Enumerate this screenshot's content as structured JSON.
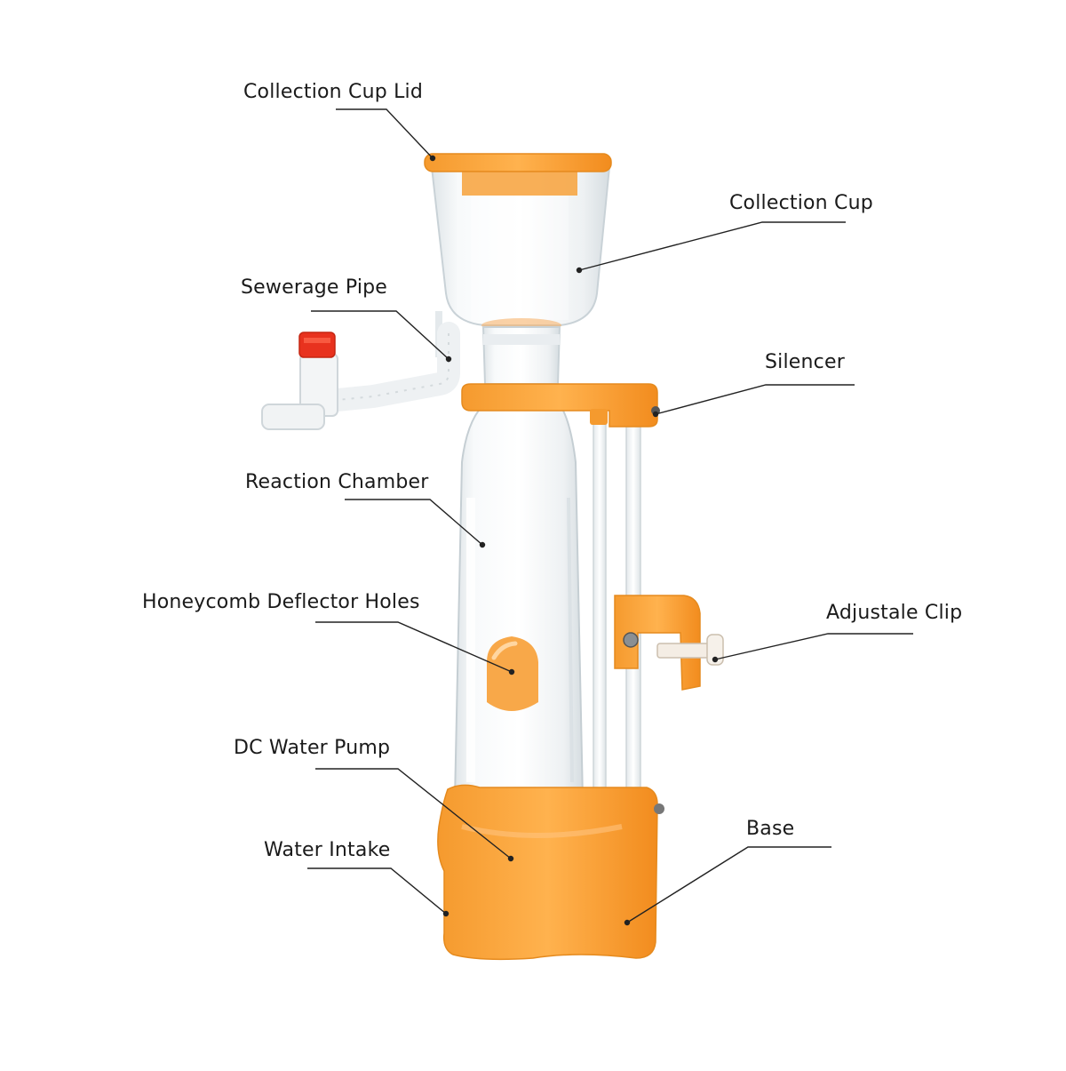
{
  "labels": {
    "collection_cup_lid": "Collection Cup Lid",
    "collection_cup": "Collection Cup",
    "sewerage_pipe": "Sewerage Pipe",
    "silencer": "Silencer",
    "reaction_chamber": "Reaction Chamber",
    "adjustale_clip": "Adjustale Clip",
    "honeycomb_deflector_holes": "Honeycomb Deflector Holes",
    "dc_water_pump": "DC Water Pump",
    "base": "Base",
    "water_intake": "Water Intake"
  },
  "colors": {
    "orange": "#f7a13a",
    "orange_dark": "#f08a1c",
    "clear_plastic": "#eef2f4",
    "leader_line": "#222222",
    "text": "#1a1a1a",
    "cap_red": "#e8321e"
  }
}
